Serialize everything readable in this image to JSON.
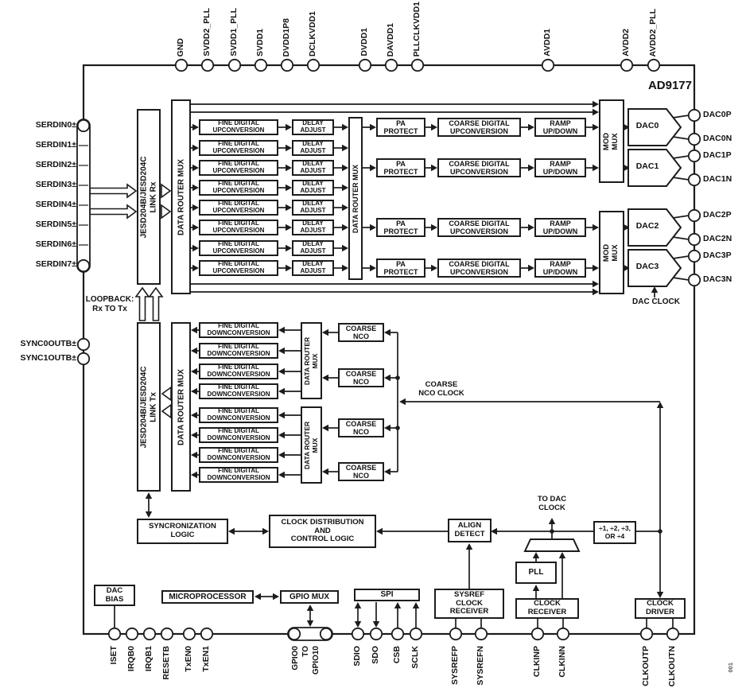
{
  "chip": {
    "part_number": "AD9177",
    "figure_number": "001"
  },
  "colors": {
    "line": "#1c1c1c",
    "background": "#ffffff",
    "figure_number_gray": "#555555"
  },
  "pins": {
    "top": [
      "GND",
      "SVDD2_PLL",
      "SVDD1_PLL",
      "SVDD1",
      "DVDD1P8",
      "DCLKVDD1",
      "DVDD1",
      "DAVDD1",
      "PLLCLKVDD1",
      "AVDD1",
      "AVDD2",
      "AVDD2_PLL"
    ],
    "serdes_in": [
      "SERDIN0±",
      "SERDIN1±",
      "SERDIN2±",
      "SERDIN3±",
      "SERDIN4±",
      "SERDIN5±",
      "SERDIN6±",
      "SERDIN7±"
    ],
    "sync_out": [
      "SYNC0OUTB±",
      "SYNC1OUTB±"
    ],
    "dac_out": [
      "DAC0P",
      "DAC0N",
      "DAC1P",
      "DAC1N",
      "DAC2P",
      "DAC2N",
      "DAC3P",
      "DAC3N"
    ],
    "bottom_left": [
      "ISET",
      "IRQB0",
      "IRQB1",
      "RESETB",
      "TxEN0",
      "TxEN1"
    ],
    "gpio_lines": [
      "GPIO0",
      "TO",
      "GPIO10"
    ],
    "spi_pins": [
      "SDIO",
      "SDO",
      "CSB",
      "SCLK"
    ],
    "bottom_right": [
      "SYSREFP",
      "SYSREFN",
      "CLKINP",
      "CLKINN",
      "CLKOUTP",
      "CLKOUTN"
    ]
  },
  "blocks": {
    "jesd_rx": [
      "JESD204B/JESD204C",
      "LINK Rx"
    ],
    "jesd_tx": [
      "JESD204B/JESD204C",
      "LINK Tx"
    ],
    "data_router_mux": [
      "DATA ROUTER MUX"
    ],
    "data_router_mux_2line": [
      "DATA ROUTER",
      "MUX"
    ],
    "fine_up": [
      "FINE DIGITAL",
      "UPCONVERSION"
    ],
    "delay_adjust": [
      "DELAY",
      "ADJUST"
    ],
    "pa_protect": [
      "PA",
      "PROTECT"
    ],
    "coarse_up": [
      "COARSE DIGITAL",
      "UPCONVERSION"
    ],
    "ramp": [
      "RAMP",
      "UP/DOWN"
    ],
    "mod_mux": [
      "MOD",
      "MUX"
    ],
    "dac": [
      "DAC0",
      "DAC1",
      "DAC2",
      "DAC3"
    ],
    "fine_down": [
      "FINE DIGITAL",
      "DOWNCONVERSION"
    ],
    "coarse_nco": [
      "COARSE",
      "NCO"
    ],
    "sync_logic": [
      "SYNCRONIZATION",
      "LOGIC"
    ],
    "clock_dist": [
      "CLOCK DISTRIBUTION",
      "AND",
      "CONTROL LOGIC"
    ],
    "align_detect": [
      "ALIGN",
      "DETECT"
    ],
    "divider": [
      "÷1, ÷2, ÷3,",
      "OR ÷4"
    ],
    "pll": [
      "PLL"
    ],
    "clock_receiver": [
      "CLOCK",
      "RECEIVER"
    ],
    "sysref_receiver": [
      "SYSREF",
      "CLOCK",
      "RECEIVER"
    ],
    "clock_driver": [
      "CLOCK",
      "DRIVER"
    ],
    "dac_bias": [
      "DAC",
      "BIAS"
    ],
    "microprocessor": [
      "MICROPROCESSOR"
    ],
    "gpio_mux": [
      "GPIO MUX"
    ],
    "spi": [
      "SPI"
    ]
  },
  "annotations": {
    "loopback": [
      "LOOPBACK:",
      "Rx TO Tx"
    ],
    "coarse_nco_clock": [
      "COARSE",
      "NCO CLOCK"
    ],
    "to_dac_clock": [
      "TO DAC",
      "CLOCK"
    ],
    "dac_clock": [
      "DAC CLOCK"
    ]
  }
}
